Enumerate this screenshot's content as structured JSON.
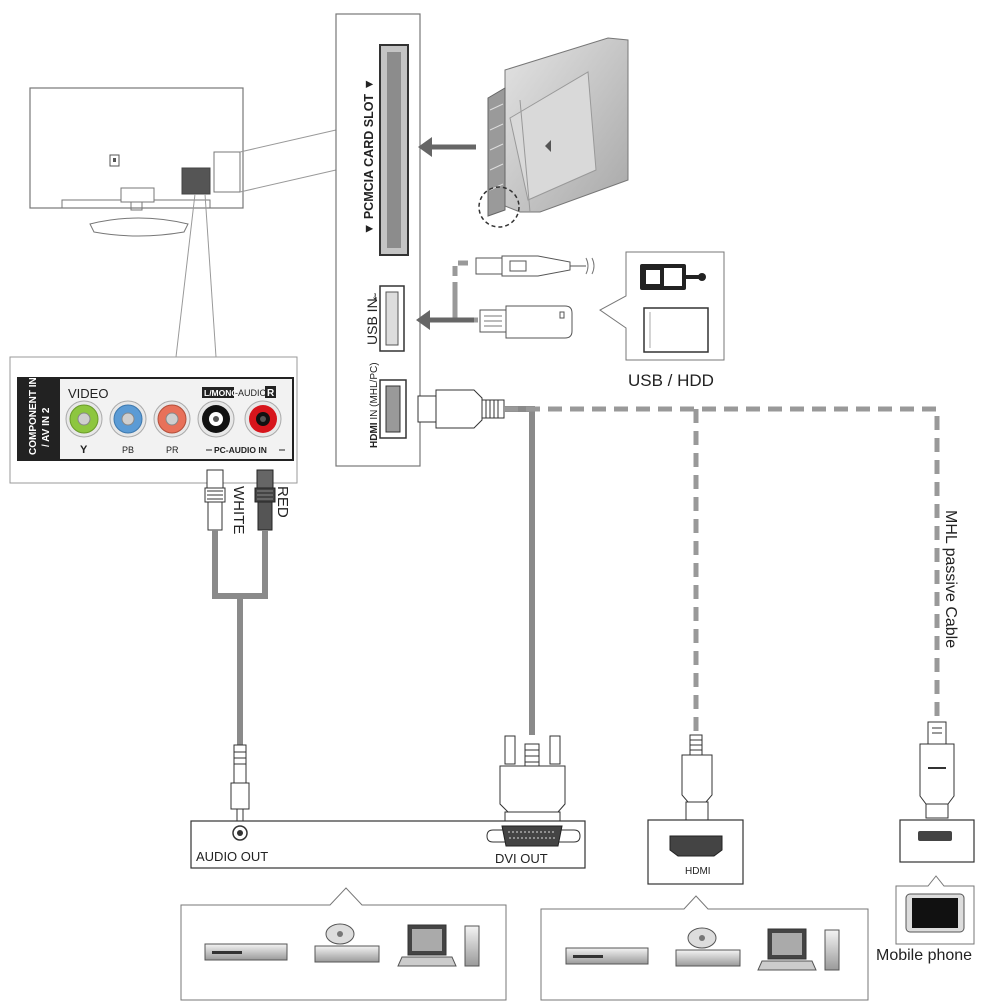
{
  "panel": {
    "pcmcia_label": "▼ PCMCIA CARD SLOT ▼",
    "usb_label": "USB IN",
    "hdmi_label_bold": "HDMI",
    "hdmi_label_rest": " IN (MHL/PC)"
  },
  "av_panel": {
    "side_label_line1": "COMPONENT IN",
    "side_label_line2": "/ AV IN 2",
    "video_label": "VIDEO",
    "audio_l_label": "L/MONO",
    "audio_mid_label": "-AUDIO-",
    "audio_r_label": "R",
    "jack_y": "Y",
    "jack_pb": "PB",
    "jack_pr": "PR",
    "pc_audio_label": "PC-AUDIO IN",
    "cable_white": "WHITE",
    "cable_red": "RED"
  },
  "usb_hdd_label": "USB / HDD",
  "mhl_cable_label": "MHL passive Cable",
  "source_box": {
    "audio_out": "AUDIO OUT",
    "dvi_out": "DVI OUT"
  },
  "hdmi_device_label": "HDMI",
  "mobile_label": "Mobile phone",
  "colors": {
    "cable_gray": "#8a8a8a",
    "jack_green": "#8dc63f",
    "jack_blue": "#5b9bd5",
    "jack_red": "#e8715a",
    "audio_red": "#d7151c"
  }
}
